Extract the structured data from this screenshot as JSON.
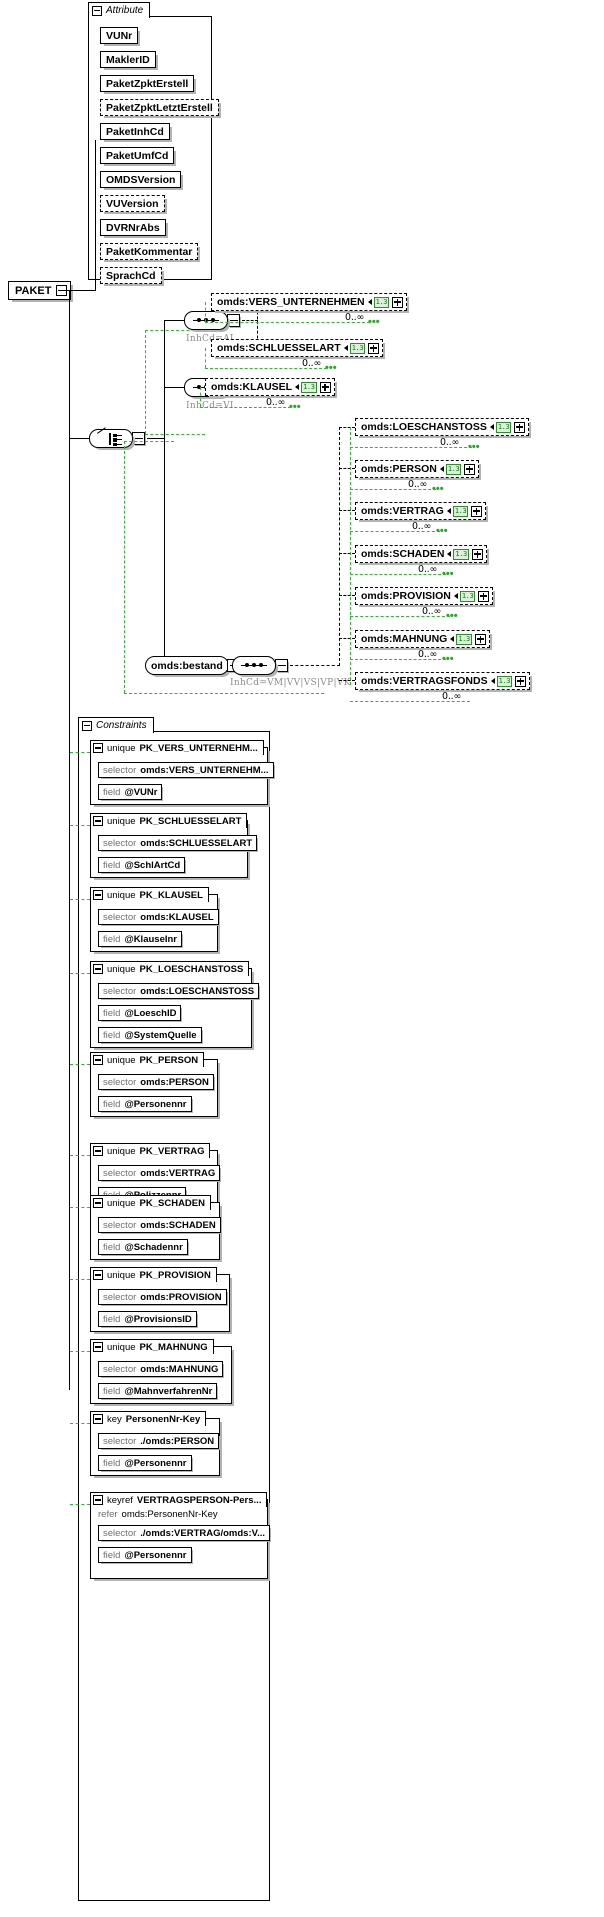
{
  "diagram": {
    "title": "PAKET",
    "root": {
      "label": "PAKET",
      "expander": "minus-icon"
    },
    "attribute_group": {
      "label": "Attribute",
      "expander": "minus-icon",
      "attributes": [
        {
          "name": "VUNr",
          "required": true
        },
        {
          "name": "MaklerID",
          "required": true
        },
        {
          "name": "PaketZpktErstell",
          "required": true
        },
        {
          "name": "PaketZpktLetztErstell",
          "required": false
        },
        {
          "name": "PaketInhCd",
          "required": true
        },
        {
          "name": "PaketUmfCd",
          "required": true
        },
        {
          "name": "OMDSVersion",
          "required": true
        },
        {
          "name": "VUVersion",
          "required": false
        },
        {
          "name": "DVRNrAbs",
          "required": true
        },
        {
          "name": "PaketKommentar",
          "required": false
        },
        {
          "name": "SprachCd",
          "required": false
        }
      ]
    },
    "branches": [
      {
        "compositor": "sequence",
        "compositor_label": "InhCd=AI",
        "elements": [
          {
            "name": "omds:VERS_UNTERNEHMEN",
            "version": "1.3",
            "occurrence": "0..∞"
          },
          {
            "name": "omds:SCHLUESSELART",
            "version": "1.3",
            "occurrence": "0..∞"
          }
        ]
      },
      {
        "compositor": "sequence",
        "compositor_label": "InhCd=VI",
        "elements": [
          {
            "name": "omds:KLAUSEL",
            "version": "1.3",
            "occurrence": "0..∞"
          }
        ]
      },
      {
        "compositor": "group-ref",
        "group_name": "omds:bestand",
        "compositor_label": "InhCd=VM|VV|VS|VP|VK",
        "elements": [
          {
            "name": "omds:LOESCHANSTOSS",
            "version": "1.3",
            "occurrence": "0..∞"
          },
          {
            "name": "omds:PERSON",
            "version": "1.3",
            "occurrence": "0..∞"
          },
          {
            "name": "omds:VERTRAG",
            "version": "1.3",
            "occurrence": "0..∞"
          },
          {
            "name": "omds:SCHADEN",
            "version": "1.3",
            "occurrence": "0..∞"
          },
          {
            "name": "omds:PROVISION",
            "version": "1.3",
            "occurrence": "0..∞"
          },
          {
            "name": "omds:MAHNUNG",
            "version": "1.3",
            "occurrence": "0..∞"
          },
          {
            "name": "omds:VERTRAGSFONDS",
            "version": "1.3",
            "occurrence": "0..∞"
          }
        ]
      }
    ],
    "choice": {
      "type": "choice",
      "expander": "minus-icon"
    },
    "constraints_group": {
      "label": "Constraints",
      "expander": "minus-icon",
      "items": [
        {
          "kind": "unique",
          "name": "PK_VERS_UNTERNEHM...",
          "rows": [
            {
              "key": "selector",
              "value": "omds:VERS_UNTERNEHM..."
            },
            {
              "key": "field",
              "value": "@VUNr"
            }
          ]
        },
        {
          "kind": "unique",
          "name": "PK_SCHLUESSELART",
          "rows": [
            {
              "key": "selector",
              "value": "omds:SCHLUESSELART"
            },
            {
              "key": "field",
              "value": "@SchlArtCd"
            }
          ]
        },
        {
          "kind": "unique",
          "name": "PK_KLAUSEL",
          "rows": [
            {
              "key": "selector",
              "value": "omds:KLAUSEL"
            },
            {
              "key": "field",
              "value": "@KlauseInr"
            }
          ]
        },
        {
          "kind": "unique",
          "name": "PK_LOESCHANSTOSS",
          "rows": [
            {
              "key": "selector",
              "value": "omds:LOESCHANSTOSS"
            },
            {
              "key": "field",
              "value": "@LoeschID"
            },
            {
              "key": "field",
              "value": "@SystemQuelle"
            }
          ]
        },
        {
          "kind": "unique",
          "name": "PK_PERSON",
          "rows": [
            {
              "key": "selector",
              "value": "omds:PERSON"
            },
            {
              "key": "field",
              "value": "@Personennr"
            }
          ]
        },
        {
          "kind": "unique",
          "name": "PK_VERTRAG",
          "rows": [
            {
              "key": "selector",
              "value": "omds:VERTRAG"
            },
            {
              "key": "field",
              "value": "@Polizzennr"
            }
          ]
        },
        {
          "kind": "unique",
          "name": "PK_SCHADEN",
          "rows": [
            {
              "key": "selector",
              "value": "omds:SCHADEN"
            },
            {
              "key": "field",
              "value": "@Schadennr"
            }
          ]
        },
        {
          "kind": "unique",
          "name": "PK_PROVISION",
          "rows": [
            {
              "key": "selector",
              "value": "omds:PROVISION"
            },
            {
              "key": "field",
              "value": "@ProvisionsID"
            }
          ]
        },
        {
          "kind": "unique",
          "name": "PK_MAHNUNG",
          "rows": [
            {
              "key": "selector",
              "value": "omds:MAHNUNG"
            },
            {
              "key": "field",
              "value": "@MahnverfahrenNr"
            }
          ]
        },
        {
          "kind": "key",
          "name": "PersonenNr-Key",
          "rows": [
            {
              "key": "selector",
              "value": "./omds:PERSON"
            },
            {
              "key": "field",
              "value": "@Personennr"
            }
          ]
        },
        {
          "kind": "keyref",
          "name": "VERTRAGSPERSON-Pers...",
          "refer": {
            "key": "refer",
            "value": "omds:PersonenNr-Key"
          },
          "rows": [
            {
              "key": "selector",
              "value": "./omds:VERTRAG/omds:V..."
            },
            {
              "key": "field",
              "value": "@Personennr"
            }
          ]
        }
      ]
    }
  }
}
